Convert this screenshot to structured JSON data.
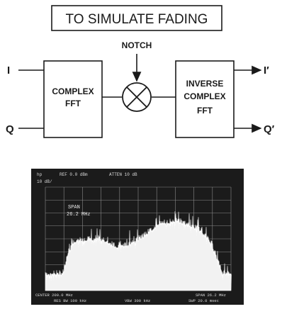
{
  "diagram": {
    "title": "TO SIMULATE FADING",
    "fft_block": {
      "line1": "COMPLEX",
      "line2": "FFT"
    },
    "notch_label": "NOTCH",
    "ifft_block": {
      "line1": "INVERSE",
      "line2": "COMPLEX",
      "line3": "FFT"
    },
    "inputs": {
      "i": "I",
      "q": "Q"
    },
    "outputs": {
      "i": "I′",
      "q": "Q′"
    }
  },
  "analyzer": {
    "header_left": "hp",
    "ref": "REF  0.0 dBm",
    "atten": "ATTEN 10 dB",
    "scale": "10 dB/",
    "span_label": "SPAN",
    "span_value": "26.2 MHz",
    "center": "CENTER 200.0 MHz",
    "span_footer": "SPAN 26.2 MHz",
    "res_bw": "RES BW 100 kHz",
    "vbw": "VBW 300 kHz",
    "swp": "SWP 20.0 msec"
  },
  "colors": {
    "ink": "#1a1a1a",
    "screen": "#1b1b1b",
    "trace": "#f2f2f2",
    "grid": "#8a8a8a"
  }
}
